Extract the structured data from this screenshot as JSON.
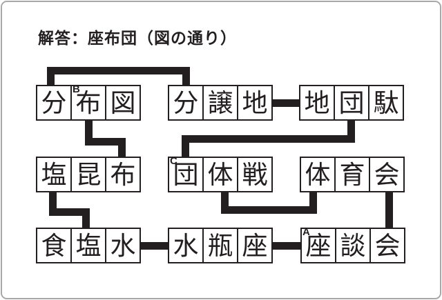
{
  "title": "解答：座布団（図の通り）",
  "answer": "座布団",
  "colors": {
    "ink": "#231f20",
    "frame": "#a8a8a8",
    "background": "#ffffff"
  },
  "words": [
    {
      "name": "分布図",
      "chars": [
        "分",
        "布",
        "図"
      ],
      "marker": "B",
      "marker_cell": 1
    },
    {
      "name": "分譲地",
      "chars": [
        "分",
        "譲",
        "地"
      ]
    },
    {
      "name": "地団駄",
      "chars": [
        "地",
        "団",
        "駄"
      ]
    },
    {
      "name": "塩昆布",
      "chars": [
        "塩",
        "昆",
        "布"
      ]
    },
    {
      "name": "団体戦",
      "chars": [
        "団",
        "体",
        "戦"
      ],
      "marker": "C",
      "marker_cell": 0
    },
    {
      "name": "体育会",
      "chars": [
        "体",
        "育",
        "会"
      ]
    },
    {
      "name": "食塩水",
      "chars": [
        "食",
        "塩",
        "水"
      ]
    },
    {
      "name": "水瓶座",
      "chars": [
        "水",
        "瓶",
        "座"
      ]
    },
    {
      "name": "座談会",
      "chars": [
        "座",
        "談",
        "会"
      ],
      "marker": "A",
      "marker_cell": 0
    }
  ],
  "connections": [
    {
      "from": "分布図:分",
      "to": "分譲地:分"
    },
    {
      "from": "分譲地:地",
      "to": "地団駄:地"
    },
    {
      "from": "地団駄:団",
      "to": "団体戦:団"
    },
    {
      "from": "分布図:布",
      "to": "塩昆布:布"
    },
    {
      "from": "塩昆布:塩",
      "to": "食塩水:塩"
    },
    {
      "from": "団体戦:体",
      "to": "体育会:体"
    },
    {
      "from": "体育会:会",
      "to": "座談会:会"
    },
    {
      "from": "食塩水:水",
      "to": "水瓶座:水"
    },
    {
      "from": "水瓶座:座",
      "to": "座談会:座"
    }
  ]
}
